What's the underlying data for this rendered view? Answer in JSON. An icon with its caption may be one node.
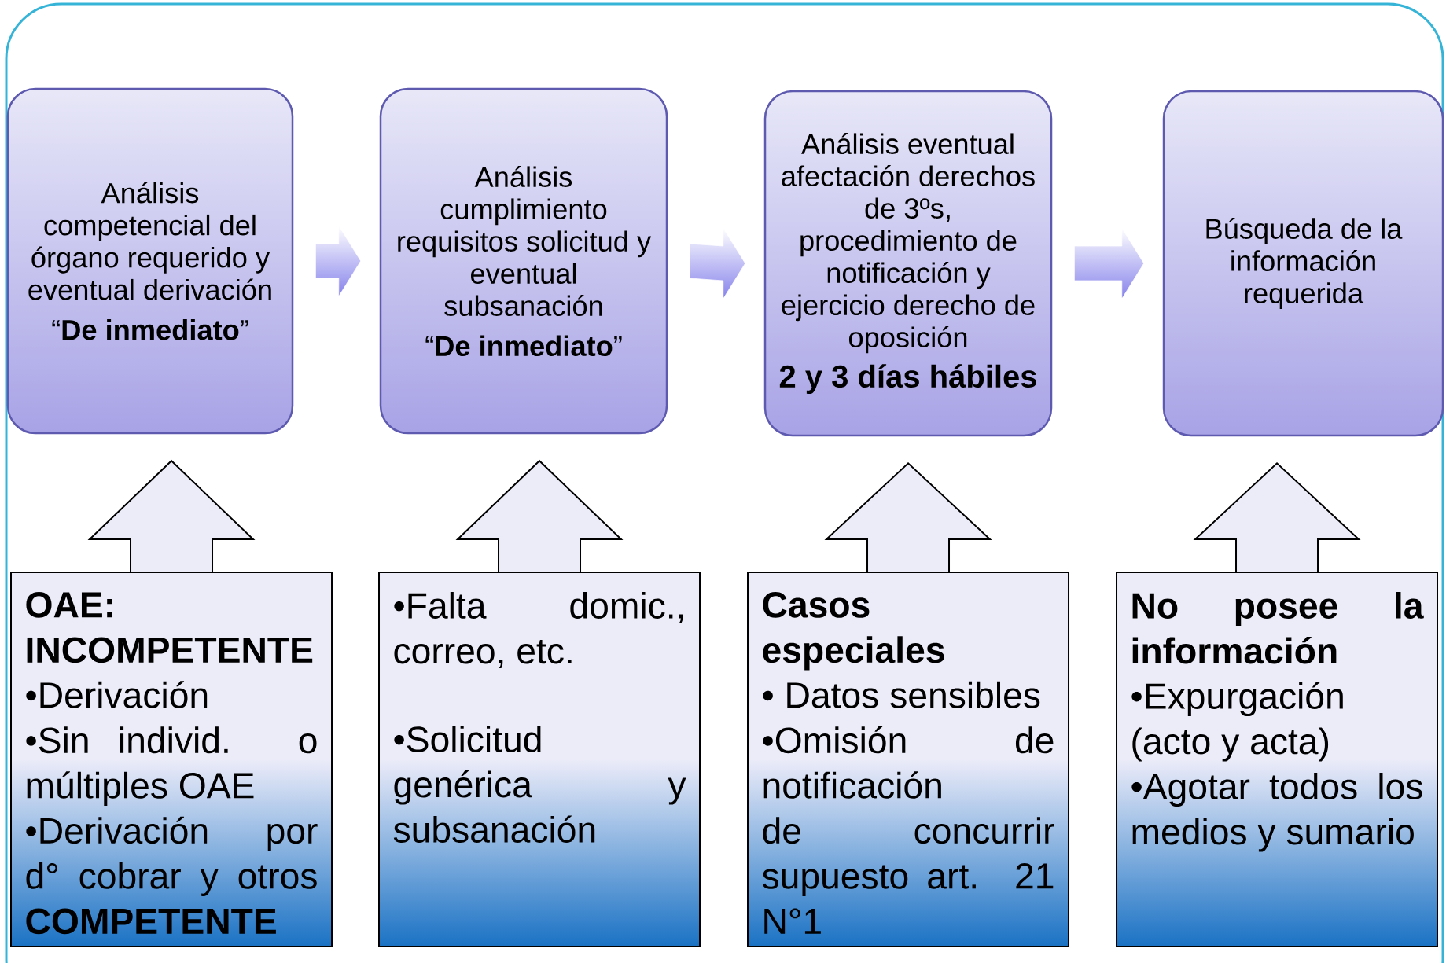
{
  "diagram": {
    "nodes": [
      {
        "text": [
          "Análisis competencial del órgano requerido y eventual derivación",
          "“**De inmediato**”"
        ]
      },
      {
        "text": [
          "Análisis cumplimiento requisitos solicitud y eventual subsanación",
          "“**De inmediato**”"
        ]
      },
      {
        "text": [
          "Análisis eventual afectación derechos de 3ºs, procedimiento de notificación y ejercicio derecho de oposición",
          "2 y 3 días hábiles"
        ]
      },
      {
        "text": [
          "Búsqueda de la información requerida"
        ]
      },
      {
        "text": [
          "OAE: INCOMPETENTE",
          "•Derivación",
          "•Sin individ. o múltiples OAE",
          "•Derivación por d° cobrar y otros **COMPETENTE**"
        ]
      },
      {
        "text": [
          "•Falta domic., correo, etc.",
          "•Solicitud genérica y subsanación"
        ]
      },
      {
        "text": [
          "Casos especiales",
          "• Datos sensibles",
          "•Omisión de notificación de concurrir supuesto art. 21 N°1"
        ]
      },
      {
        "text": [
          "No posee la información",
          "•Expurgación (acto y acta)",
          "•Agotar todos los medios y sumario"
        ]
      }
    ],
    "edges": [
      {
        "from": 0,
        "to": 1,
        "arrow": "to"
      },
      {
        "from": 1,
        "to": 2,
        "arrow": "to"
      },
      {
        "from": 2,
        "to": 3,
        "arrow": "to"
      },
      {
        "from": 4,
        "to": 0,
        "arrow": "to"
      },
      {
        "from": 5,
        "to": 1,
        "arrow": "to"
      },
      {
        "from": 6,
        "to": 2,
        "arrow": "to"
      },
      {
        "from": 7,
        "to": 3,
        "arrow": "to"
      }
    ]
  }
}
